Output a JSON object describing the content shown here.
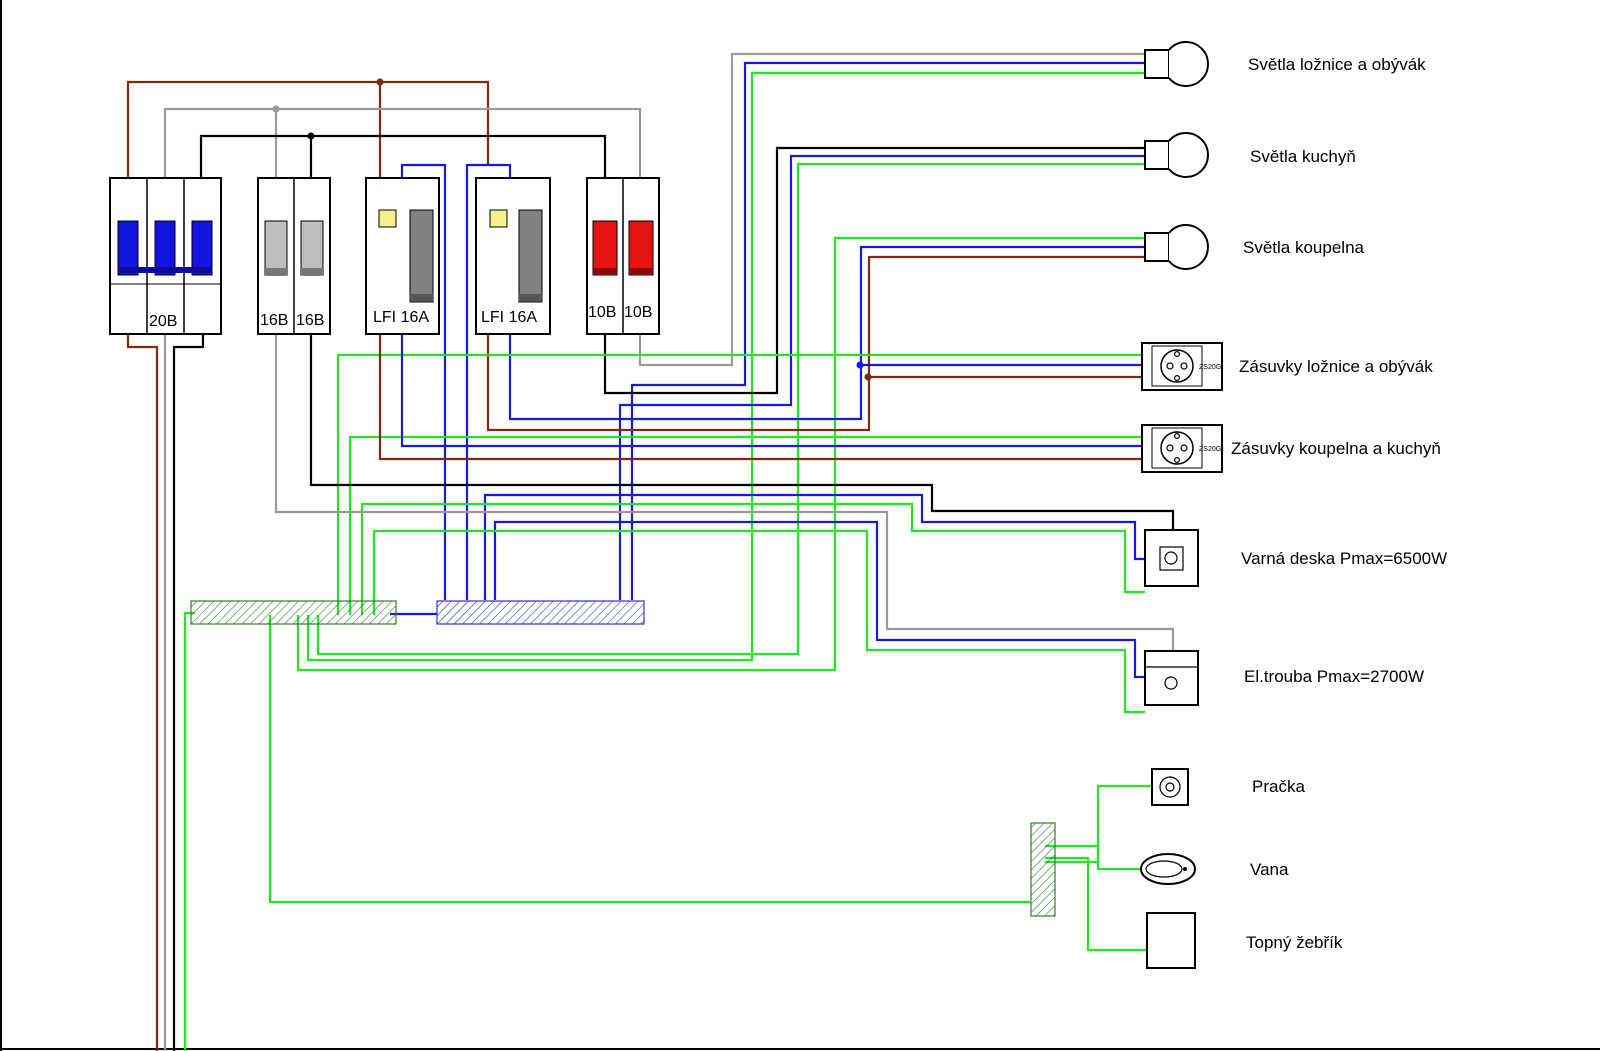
{
  "breakers": {
    "main": "20B",
    "b16_1": "16B",
    "b16_2": "16B",
    "rcd1": "LFI 16A",
    "rcd2": "LFI 16A",
    "b10_1": "10B",
    "b10_2": "10B"
  },
  "socket_marks": {
    "s1": "ZS20G",
    "s2": "ZS20G"
  },
  "loads": [
    {
      "label": "Světla ložnice a obývák"
    },
    {
      "label": "Světla kuchyň"
    },
    {
      "label": "Světla koupelna"
    },
    {
      "label": "Zásuvky ložnice a obývák"
    },
    {
      "label": "Zásuvky koupelna a kuchyň"
    },
    {
      "label": "Varná deska Pmax=6500W"
    },
    {
      "label": "El.trouba Pmax=2700W"
    },
    {
      "label": "Pračka"
    },
    {
      "label": "Vana"
    },
    {
      "label": "Topný žebřík"
    }
  ],
  "wire_colors": {
    "phase_L1": "#7b2c0e",
    "phase_L2": "#9a9a9a",
    "phase_L3": "#000000",
    "neutral": "#1919d8",
    "protective_earth": "#22e622"
  }
}
